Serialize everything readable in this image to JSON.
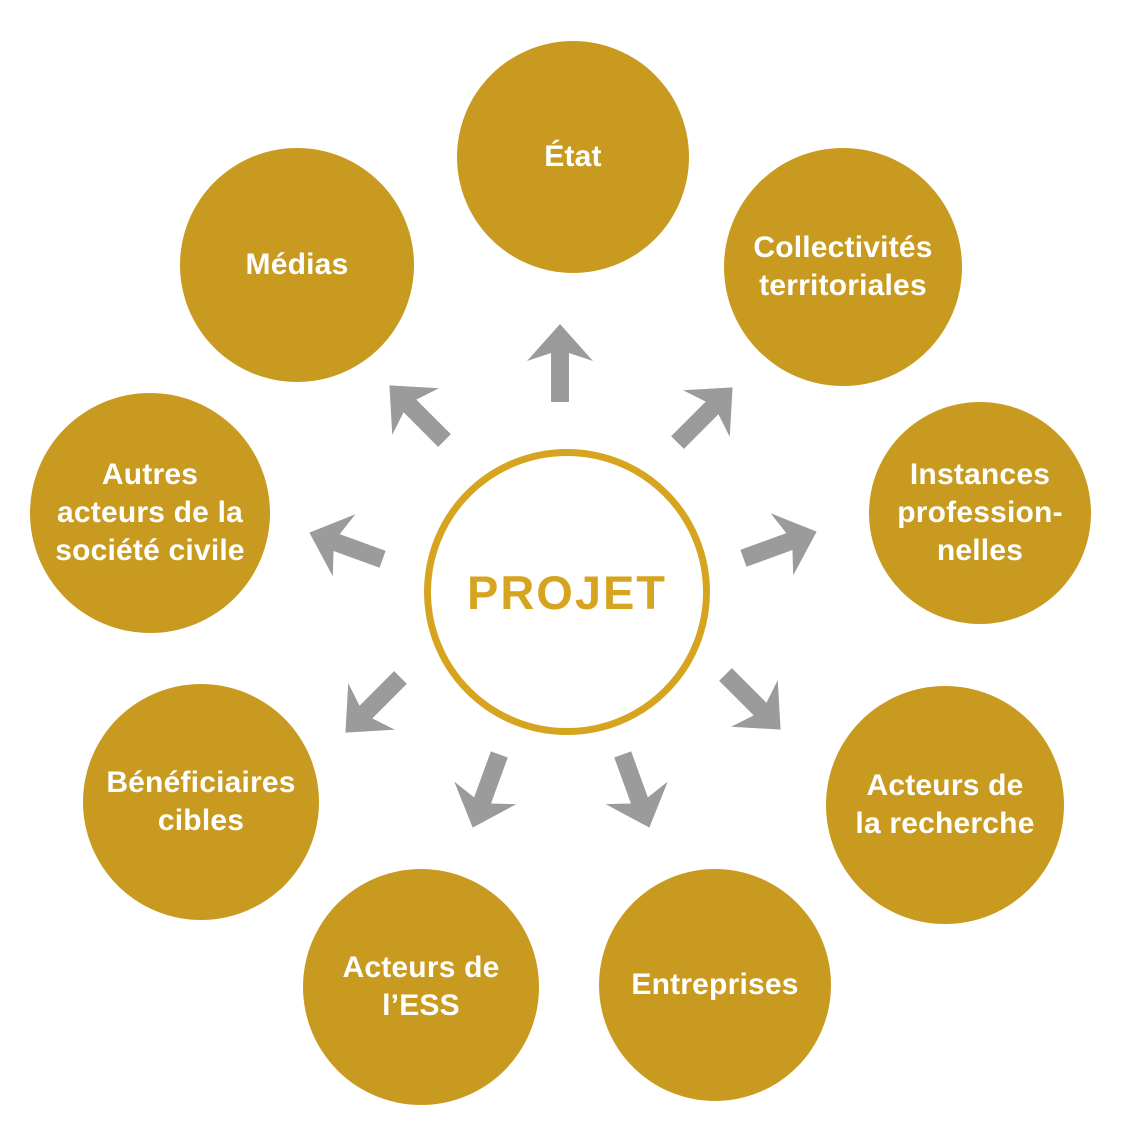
{
  "center": {
    "label": "PROJET"
  },
  "nodes": [
    {
      "id": "etat",
      "label": "État"
    },
    {
      "id": "collectivites-territoriales",
      "label": "Collectivités\nterritoriales"
    },
    {
      "id": "instances-professionnelles",
      "label": "Instances\nprofession-\nnelles"
    },
    {
      "id": "acteurs-de-la-recherche",
      "label": "Acteurs de\nla recherche"
    },
    {
      "id": "entreprises",
      "label": "Entreprises"
    },
    {
      "id": "acteurs-de-l-ess",
      "label": "Acteurs de\nl’ESS"
    },
    {
      "id": "beneficiaires-cibles",
      "label": "Bénéficiaires\ncibles"
    },
    {
      "id": "autres-acteurs-societe-civile",
      "label": "Autres\nacteurs de la\nsociété civile"
    },
    {
      "id": "medias",
      "label": "Médias"
    }
  ],
  "arrows": [
    {
      "name": "arrow-to-etat-icon",
      "direction": "up"
    },
    {
      "name": "arrow-to-collectivites-icon",
      "direction": "up-right"
    },
    {
      "name": "arrow-to-instances-icon",
      "direction": "right-up"
    },
    {
      "name": "arrow-to-recherche-icon",
      "direction": "down-right"
    },
    {
      "name": "arrow-to-entreprises-icon",
      "direction": "down-slight-right"
    },
    {
      "name": "arrow-to-ess-icon",
      "direction": "down-slight-left"
    },
    {
      "name": "arrow-to-beneficiaires-icon",
      "direction": "down-left"
    },
    {
      "name": "arrow-to-autres-icon",
      "direction": "left-up"
    },
    {
      "name": "arrow-to-medias-icon",
      "direction": "up-left"
    }
  ],
  "colors": {
    "circle_fill": "#C89B20",
    "center_ring": "#D6A41F",
    "center_label": "#D6A41F",
    "arrow": "#9B9B9B",
    "node_label": "#FFFFFF",
    "background": "#FFFFFF"
  }
}
